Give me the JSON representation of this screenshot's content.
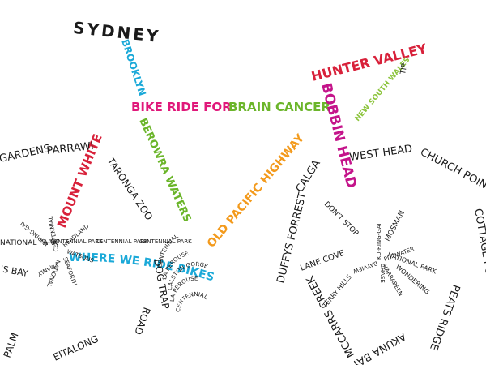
{
  "colors": {
    "black": "#1a1a1a",
    "pink": "#e0187a",
    "orange": "#f39a1c",
    "green": "#6bb52a",
    "red": "#d8213a",
    "blue": "#1ba9d8",
    "magenta": "#c4148a",
    "lime": "#8cc43c"
  },
  "frame": {
    "sydney": "SYDNEY",
    "brooklyn": "BROOKLYN",
    "bike_ride_for": "BIKE RIDE FOR",
    "brain_cancer": "BRAIN CANCER",
    "hunter_valley": "HUNTER VALLEY",
    "nsw": "NEW SOUTH WALES",
    "tip": "TIP",
    "mount_white": "MOUNT WHITE",
    "berowra_waters": "BEROWRA WATERS",
    "old_pacific_highway": "OLD PACIFIC HIGHWAY",
    "bobbin_head": "BOBBIN HEAD",
    "where_we_ride_bikes": "WHERE WE RIDE BIKES",
    "taronga_zoo": "TARONGA ZOO",
    "dog_trap": "DOG TRAP",
    "road": "ROAD"
  },
  "rear_wheel": {
    "parrawi": "PARRAWI",
    "gardens": "GARDENS",
    "national_park": "NATIONAL PARK",
    "bay": "'S BAY",
    "palm": "PALM",
    "eitalong": "EITALONG",
    "centennial_park": "CENTENNIAL PARK",
    "spokes": [
      "CENTENNIAL",
      "KURING-GAI",
      "NATIONAL",
      "SEAFORTH",
      "HEADLAND",
      "MANLY",
      "WATSONS"
    ]
  },
  "chainring": {
    "lines": [
      "CENTENNIAL",
      "LA PEROUSE",
      "CALSTON GORGE",
      "LA PEROUSE",
      "CENTENNIAL"
    ]
  },
  "front_wheel": {
    "calga": "CALGA",
    "west_head": "WEST HEAD",
    "church_point": "CHURCH POINT",
    "cottage_point": "COTTAGE POINT",
    "peats_ridge": "PEATS RIDGE",
    "akuna_bay": "AKUNA BAY",
    "mccarrs_creek": "MCCARRS CREEK",
    "duffys_forrest": "DUFFYS FORREST",
    "lane_cove": "LANE COVE",
    "national_park": "NATIONAL PARK",
    "dont_stop": "DON'T STOP",
    "mosman": "MOSMAN",
    "terry_hills": "TERRY HILLS",
    "wondering": "WONDERING",
    "spokes": [
      "KU-RING-GAI",
      "CHASE",
      "PITTWATER",
      "BAYVIEW",
      "NARRABEEN"
    ]
  }
}
